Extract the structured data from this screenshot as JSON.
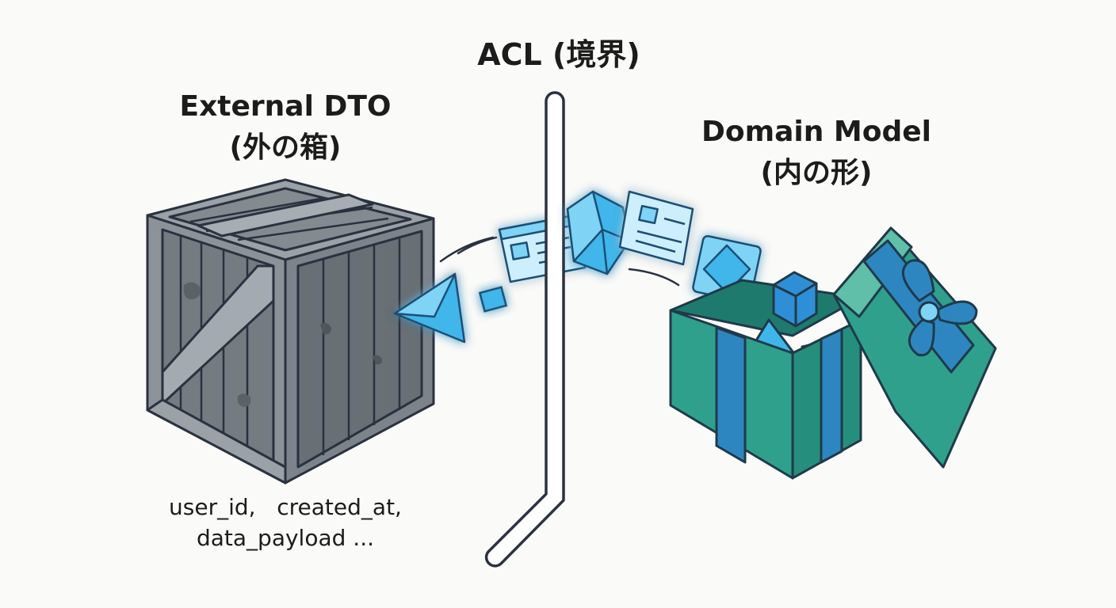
{
  "acl": {
    "title": "ACL (境界)"
  },
  "external_dto": {
    "title": "External DTO",
    "subtitle": "(外の箱)",
    "fields_line1": "user_id,   created_at,",
    "fields_line2": "data_payload ..."
  },
  "domain_model": {
    "title": "Domain Model",
    "subtitle": "(内の形)"
  },
  "colors": {
    "crate": "#8b9298",
    "crate_dark": "#5e656b",
    "outline": "#2a3240",
    "boundary": "#ffffff",
    "fragment": "#3fb6ea",
    "fragment_light": "#7fd3f5",
    "box_teal": "#2fa08c",
    "box_blue": "#2e86c1"
  },
  "icons": [
    "crate-icon",
    "gift-box-icon",
    "data-card-icon",
    "cube-icon",
    "pyramid-icon",
    "boundary-wall-icon"
  ]
}
